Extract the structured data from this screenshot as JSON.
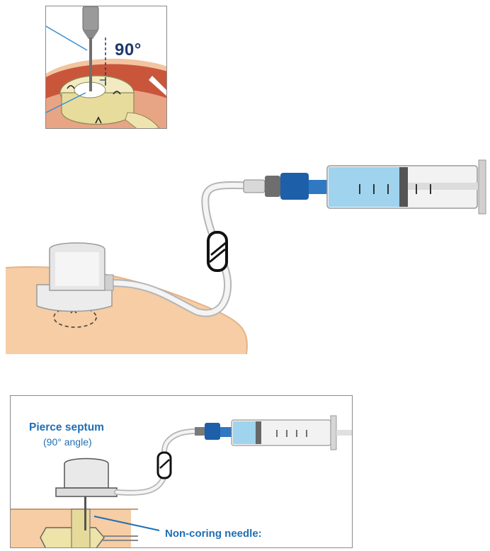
{
  "inset_top": {
    "angle_label": "90°"
  },
  "bottom_panel": {
    "pierce_title": "Pierce septum",
    "pierce_subtitle": "(90° angle)",
    "needle_label": "Non-coring needle:"
  },
  "colors": {
    "skin": "#f6cda4",
    "skin_edge": "#b98a63",
    "tissue_red": "#c9563b",
    "port_yellow": "#eee3a8",
    "connector_blue": "#1d5fa8",
    "fluid_blue": "#9fd3ee",
    "label_blue": "#1f6fb5",
    "dark_navy": "#1e3a6e"
  },
  "icons": [
    "needle-icon",
    "syringe-icon",
    "clamp-icon",
    "port-icon",
    "tubing-icon"
  ]
}
